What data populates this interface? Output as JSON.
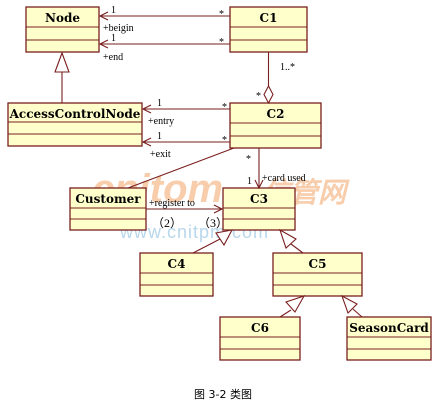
{
  "classes": {
    "node": "Node",
    "c1": "C1",
    "access": "AccessControlNode",
    "c2": "C2",
    "customer": "Customer",
    "c3": "C3",
    "c4": "C4",
    "c5": "C5",
    "c6": "C6",
    "season": "SeasonCard"
  },
  "associations": {
    "c1_node_begin": {
      "role": "+beigin",
      "near_end": "1",
      "far_end": "*"
    },
    "c1_node_end": {
      "role": "+end",
      "near_end": "1",
      "far_end": "*"
    },
    "c1_c2": {
      "mult_c1": "1..*",
      "mult_c2": "*"
    },
    "c2_access_entry": {
      "role": "+entry",
      "near_end": "1",
      "far_end": "*"
    },
    "c2_access_exit": {
      "role": "+exit",
      "near_end": "1",
      "far_end": "*"
    },
    "c2_c3": {
      "role": "+card used",
      "mult_c2": "*",
      "mult_c3": "1"
    },
    "customer_c3": {
      "role": "+register to"
    }
  },
  "blanks": {
    "b2": "（2）",
    "b3": "（3）"
  },
  "watermark": {
    "main": "cnitom",
    "cn": "信管网",
    "url": "www.cnitpm.com"
  },
  "caption": "图 3-2  类图",
  "colors": {
    "box_fill": "#ffffcc",
    "box_stroke": "#7a1f1f"
  }
}
